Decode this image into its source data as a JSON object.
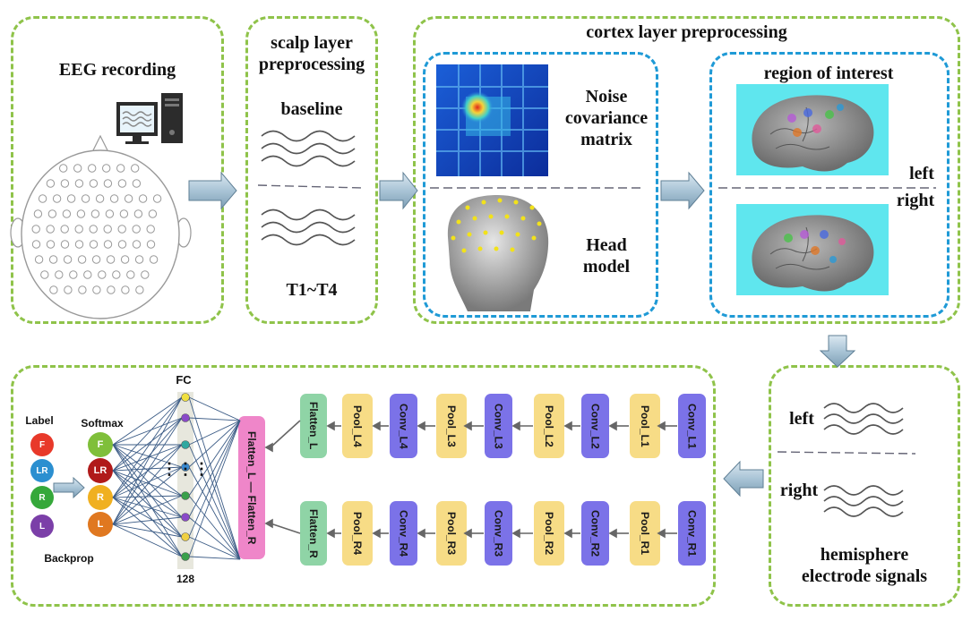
{
  "colors": {
    "panel_border": "#8fc34a",
    "inner_border": "#1f9ad6",
    "arrow": "#a9c4d6",
    "conv": "#7b72e8",
    "pool": "#f7dc86",
    "flatten": "#8fd4a6",
    "flatten_lr": "#ef86c9"
  },
  "eeg": {
    "title": "EEG recording"
  },
  "scalp": {
    "title_line1": "scalp layer",
    "title_line2": "preprocessing",
    "baseline": "baseline",
    "task": "T1~T4"
  },
  "cortex": {
    "title": "cortex layer preprocessing",
    "noise_line1": "Noise",
    "noise_line2": "covariance",
    "noise_line3": "matrix",
    "head_line1": "Head",
    "head_line2": "model",
    "roi_title": "region of interest",
    "left": "left",
    "right": "right"
  },
  "hemisphere": {
    "left": "left",
    "right": "right",
    "title_line1": "hemisphere",
    "title_line2": "electrode signals"
  },
  "network": {
    "label_title": "Label",
    "softmax_title": "Softmax",
    "backprop": "Backprop",
    "fc_title": "FC",
    "fc_size": "128",
    "fc_dots": "⋮⋮⋮",
    "classes": [
      "F",
      "LR",
      "R",
      "L"
    ],
    "class_colors": [
      "#e8392a",
      "#2b8fd0",
      "#35a83a",
      "#7b3fa8"
    ],
    "softmax_colors": [
      "#7fbf3a",
      "#b01a1a",
      "#f0b020",
      "#e07820"
    ],
    "flatten_lr": "Flatten_L — Flatten_R",
    "left_row": [
      "Flatten_L",
      "Pool_L4",
      "Conv_L4",
      "Pool_L3",
      "Conv_L3",
      "Pool_L2",
      "Conv_L2",
      "Pool_L1",
      "Conv_L1"
    ],
    "right_row": [
      "Flatten_R",
      "Pool_R4",
      "Conv_R4",
      "Pool_R3",
      "Conv_R3",
      "Pool_R2",
      "Conv_R2",
      "Pool_R1",
      "Conv_R1"
    ]
  }
}
